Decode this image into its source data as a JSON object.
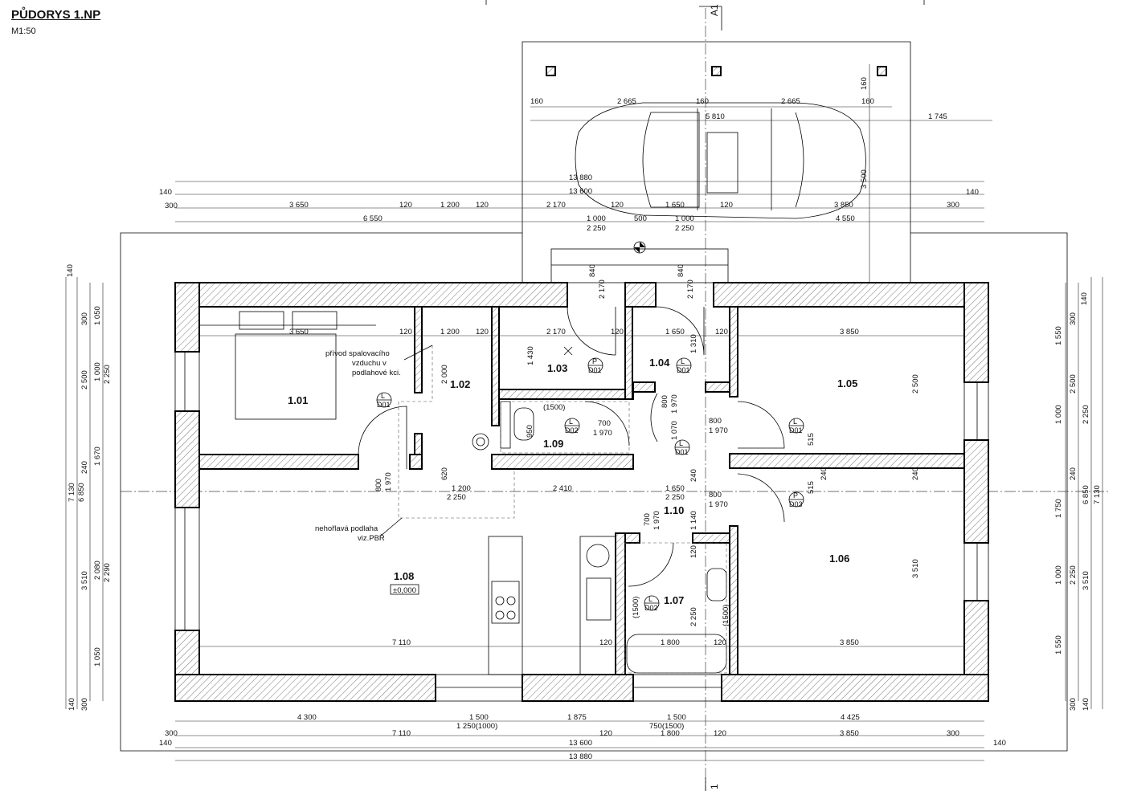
{
  "header": {
    "title": "PŮDORYS 1.NP",
    "scale": "M1:50"
  },
  "section_marks": {
    "top": "A1",
    "bottom": "1"
  },
  "rooms": {
    "r101": "1.01",
    "r102": "1.02",
    "r103": "1.03",
    "r104": "1.04",
    "r105": "1.05",
    "r106": "1.06",
    "r107": "1.07",
    "r108": "1.08",
    "r109": "1.09",
    "r110": "1.10",
    "level": "±0,000"
  },
  "notes": {
    "air1": "přívod spalovacího",
    "air2": "vzduchu v",
    "air3": "podlahové kci.",
    "floor1": "nehořlavá podlaha",
    "floor2": "viz.PBŘ"
  },
  "doors": {
    "p": "P",
    "l": "L",
    "d01": "D01",
    "d02": "D02",
    "d03": "D03"
  },
  "dims": {
    "d13880": "13 880",
    "d13600": "13 600",
    "d140": "140",
    "d300": "300",
    "d3650": "3 650",
    "d120": "120",
    "d1200": "1 200",
    "d2170": "2 170",
    "d1650": "1 650",
    "d3850": "3 850",
    "d6550": "6 550",
    "d1000": "1 000",
    "d500": "500",
    "d4550": "4 550",
    "d2250": "2 250",
    "d160": "160",
    "d2665": "2 665",
    "d5810": "5 810",
    "d1745": "1 745",
    "d3500": "3 500",
    "d840": "840",
    "d1430": "1 430",
    "d1310": "1 310",
    "d2000": "2 000",
    "d2500": "2 500",
    "d700": "700",
    "d1970": "1 970",
    "d1500p": "(1500)",
    "d950": "950",
    "d800": "800",
    "d1070": "1 070",
    "d515": "515",
    "d240": "240",
    "d620": "620",
    "d2410": "2 410",
    "d1140": "1 140",
    "d7110": "7 110",
    "d1800": "1 800",
    "d3510": "3 510",
    "d4300": "4 300",
    "d1500": "1 500",
    "d1875": "1 875",
    "d4425": "4 425",
    "d1250": "1 250(1000)",
    "d750": "750(1500)",
    "d1050": "1 050",
    "d1670": "1 670",
    "d2080": "2 080",
    "d2290": "2 290",
    "d7130": "7 130",
    "d6850": "6 850",
    "d1550": "1 550",
    "d1750": "1 750"
  }
}
